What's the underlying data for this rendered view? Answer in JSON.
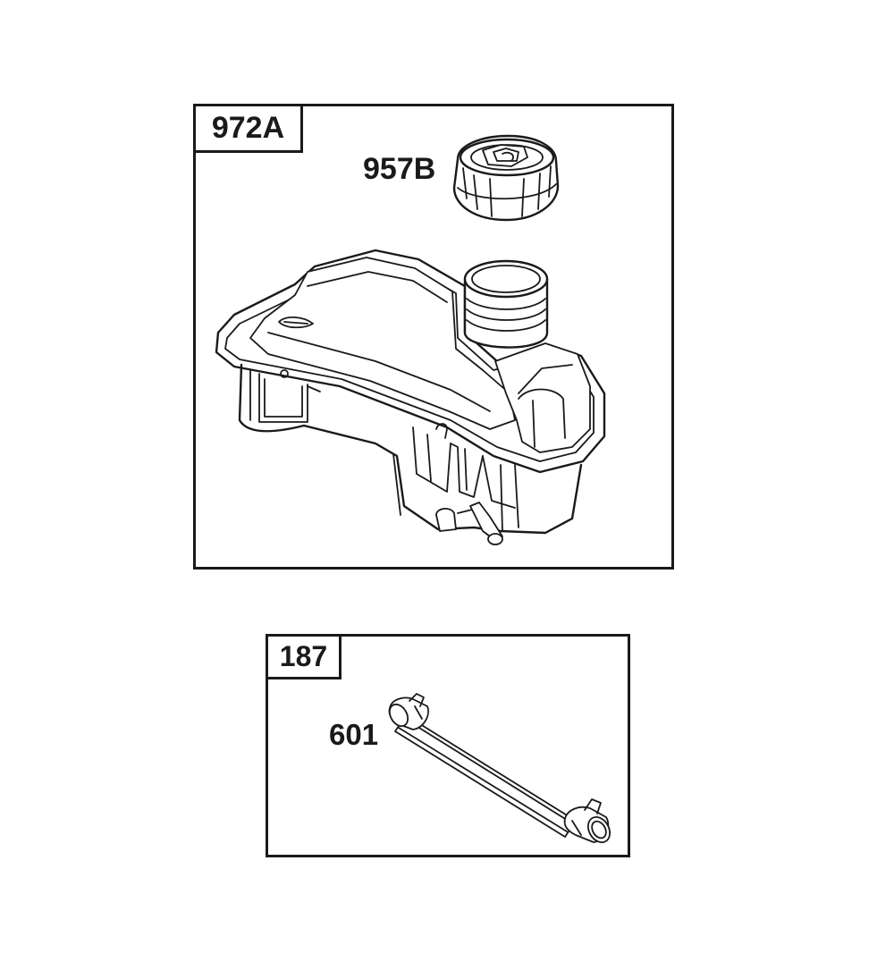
{
  "kit_tank": {
    "kit_number": "972A",
    "parts": [
      {
        "part_number": "957B",
        "part_icon": "fuel-cap-icon"
      },
      {
        "part_number": "",
        "part_icon": "fuel-tank-icon"
      }
    ]
  },
  "kit_hose": {
    "kit_number": "187",
    "parts": [
      {
        "part_number": "601",
        "part_icon": "fuel-line-icon"
      }
    ]
  },
  "colors": {
    "line": "#1a1a1a",
    "background": "#ffffff"
  }
}
